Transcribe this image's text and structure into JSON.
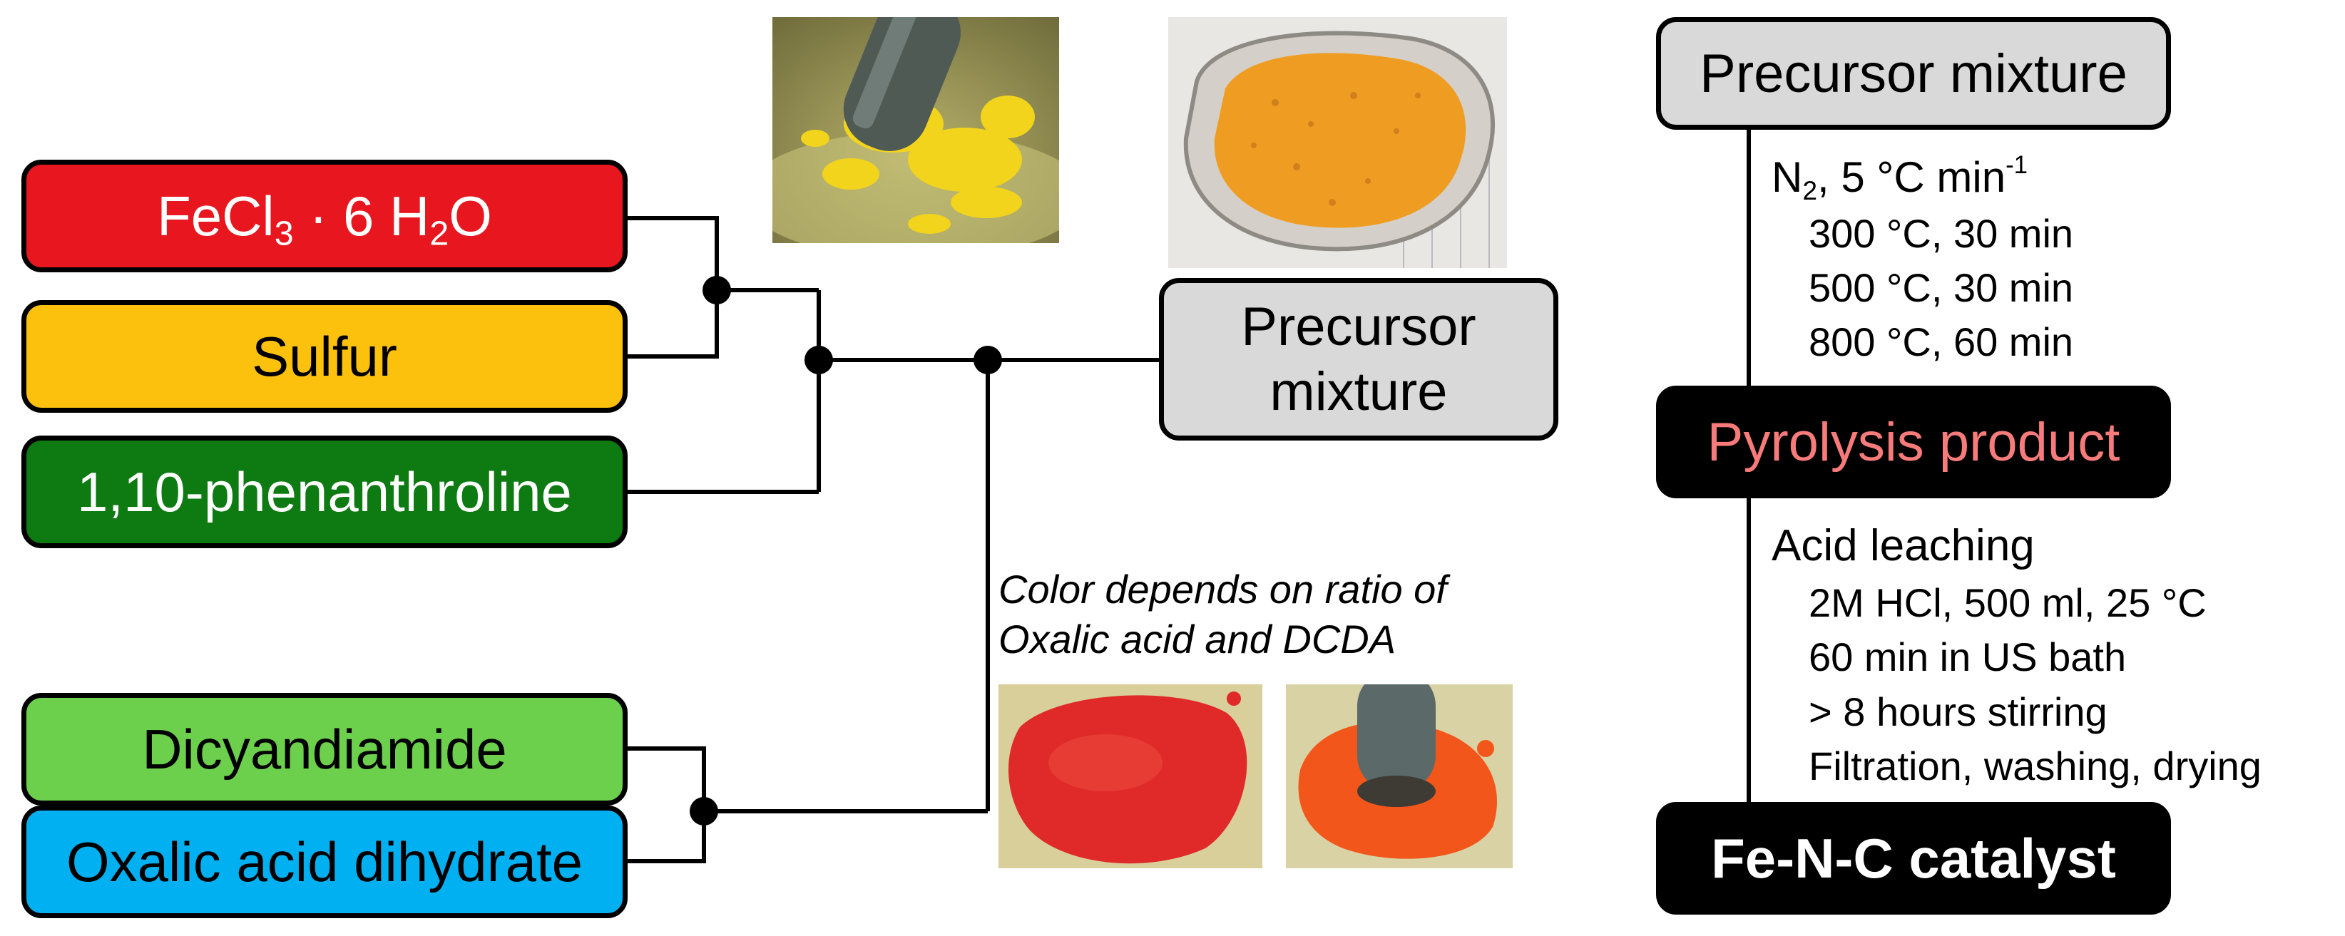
{
  "reagents": {
    "fecl3": {
      "formula_a": "FeCl",
      "sub_a": "3",
      "formula_b": " · 6 H",
      "sub_b": "2",
      "formula_c": "O",
      "color": "#e8161e",
      "text_color": "#ffffff"
    },
    "sulfur": {
      "label": "Sulfur",
      "color": "#fcc10d",
      "text_color": "#000000"
    },
    "phenanthroline": {
      "label": "1,10-phenanthroline",
      "color": "#0e7a12",
      "text_color": "#ffffff"
    },
    "dicyandiamide": {
      "label": "Dicyandiamide",
      "color": "#6dd04c",
      "text_color": "#000000"
    },
    "oxalic_acid": {
      "label": "Oxalic acid dihydrate",
      "color": "#00b0f0",
      "text_color": "#000000"
    }
  },
  "precursor_box": {
    "line1": "Precursor",
    "line2": "mixture",
    "color": "#d9d9d9"
  },
  "color_note": {
    "line1": "Color depends on ratio of",
    "line2": "Oxalic acid and DCDA"
  },
  "flow": {
    "start": {
      "label": "Precursor mixture",
      "color": "#d9d9d9"
    },
    "pyrolysis_conditions": {
      "atmosphere_a": "N",
      "atmosphere_sub": "2",
      "atmosphere_b": ", 5 °C min",
      "atmosphere_sup": "-1",
      "steps": [
        "300 °C, 30 min",
        "500 °C, 30 min",
        "800 °C, 60 min"
      ]
    },
    "pyrolysis_product": {
      "label": "Pyrolysis product",
      "color": "#000000",
      "text_color": "#f87b7b"
    },
    "leaching": {
      "title": "Acid leaching",
      "steps": [
        "2M HCl, 500 ml, 25 °C",
        "60 min in US bath",
        "> 8 hours stirring",
        "Filtration, washing, drying"
      ]
    },
    "final": {
      "label": "Fe-N-C catalyst",
      "color": "#000000",
      "text_color": "#ffffff"
    }
  },
  "photos": [
    "yellow-mixture-photo",
    "orange-precursor-photo",
    "red-mixture-photo",
    "orange-red-mixture-photo"
  ]
}
